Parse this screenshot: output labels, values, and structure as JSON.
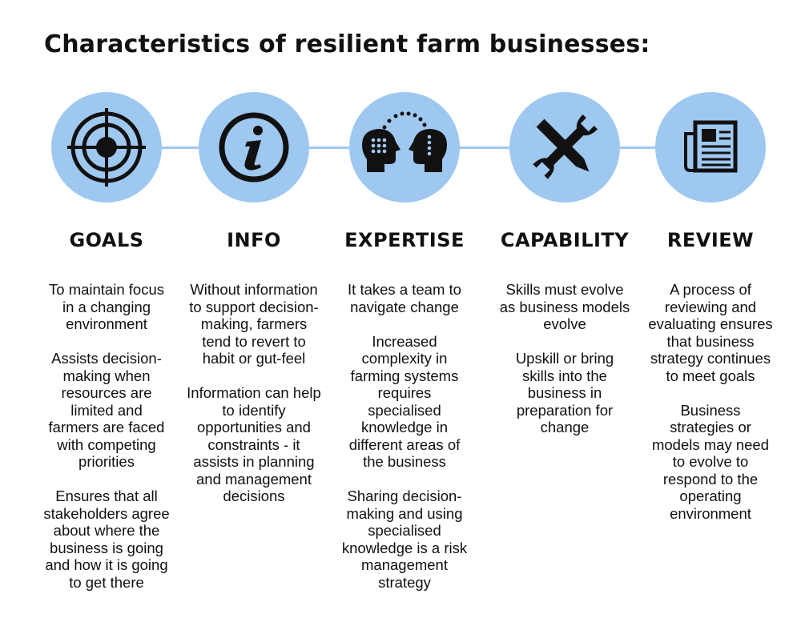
{
  "title": "Characteristics of resilient farm businesses:",
  "columns": [
    {
      "icon": "target-icon",
      "heading": "GOALS",
      "paragraphs": [
        "To maintain focus in a changing environment",
        "Assists decision-making when resources are limited and farmers are faced with competing priorities",
        "Ensures that all stakeholders agree about where the business is going and how it is going to get there"
      ]
    },
    {
      "icon": "info-icon",
      "heading": "INFO",
      "paragraphs": [
        "Without information to support decision-making, farmers tend to revert to habit or gut-feel",
        "Information can help to identify opportunities and constraints - it assists in planning and management decisions"
      ]
    },
    {
      "icon": "two-heads-icon",
      "heading": "EXPERTISE",
      "paragraphs": [
        "It takes a team to navigate change",
        "Increased complexity in farming systems requires specialised knowledge in different areas of the business",
        "Sharing decision-making and using specialised knowledge is a risk management strategy"
      ]
    },
    {
      "icon": "wrench-pencil-icon",
      "heading": "CAPABILITY",
      "paragraphs": [
        "Skills must evolve as business models evolve",
        "Upskill or bring skills into the business in preparation for change"
      ]
    },
    {
      "icon": "newspaper-icon",
      "heading": "REVIEW",
      "paragraphs": [
        "A process of reviewing and evaluating ensures that business strategy continues to meet goals",
        "Business strategies or models may need to evolve to respond to the operating environment"
      ]
    }
  ],
  "colors": {
    "circle": "#9ec8f0",
    "connector": "#9ec8f0",
    "text": "#111111"
  }
}
